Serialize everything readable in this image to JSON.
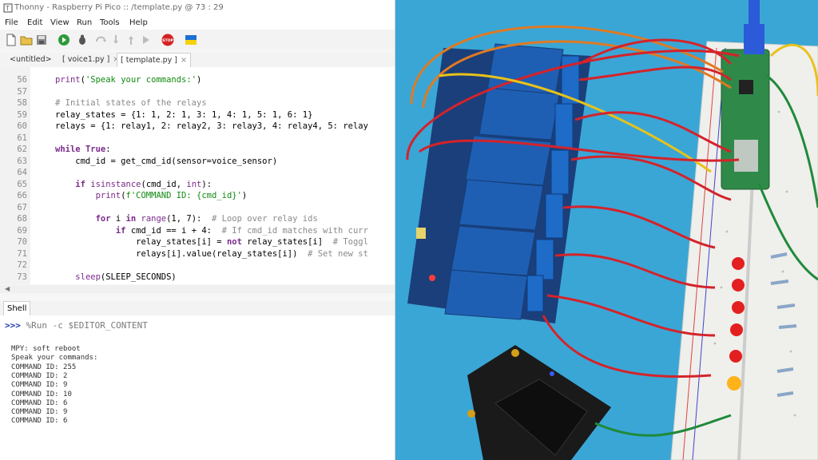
{
  "window": {
    "title": "Thonny  -  Raspberry Pi Pico :: /template.py  @  73 : 29"
  },
  "menu": [
    "File",
    "Edit",
    "View",
    "Run",
    "Tools",
    "Help"
  ],
  "toolbar": {
    "icons": [
      "new-file-icon",
      "open-file-icon",
      "save-icon",
      "run-icon",
      "debug-icon",
      "step-over-icon",
      "step-into-icon",
      "step-out-icon",
      "resume-icon",
      "stop-icon",
      "ukraine-flag-icon"
    ],
    "stop_label": "STOP"
  },
  "tabs": [
    {
      "label": "<untitled>",
      "close": ""
    },
    {
      "label": "[ voice1.py ]",
      "close": "×"
    },
    {
      "label": "[ template.py ]",
      "close": "×"
    }
  ],
  "editor": {
    "lines": [
      {
        "n": "56",
        "code": "print('Speak your commands:')"
      },
      {
        "n": "57",
        "code": ""
      },
      {
        "n": "58",
        "code": "# Initial states of the relays"
      },
      {
        "n": "59",
        "code": "relay_states = {1: 1, 2: 1, 3: 1, 4: 1, 5: 1, 6: 1}"
      },
      {
        "n": "60",
        "code": "relays = {1: relay1, 2: relay2, 3: relay3, 4: relay4, 5: relay"
      },
      {
        "n": "61",
        "code": ""
      },
      {
        "n": "62",
        "code": "while True:"
      },
      {
        "n": "63",
        "code": "    cmd_id = get_cmd_id(sensor=voice_sensor)"
      },
      {
        "n": "64",
        "code": ""
      },
      {
        "n": "65",
        "code": "    if isinstance(cmd_id, int):"
      },
      {
        "n": "66",
        "code": "        print(f'COMMAND ID: {cmd_id}')"
      },
      {
        "n": "67",
        "code": ""
      },
      {
        "n": "68",
        "code": "        for i in range(1, 7):  # Loop over relay ids"
      },
      {
        "n": "69",
        "code": "            if cmd_id == i + 4:  # If cmd_id matches with curr"
      },
      {
        "n": "70",
        "code": "                relay_states[i] = not relay_states[i]  # Toggl"
      },
      {
        "n": "71",
        "code": "                relays[i].value(relay_states[i])  # Set new st"
      },
      {
        "n": "72",
        "code": ""
      },
      {
        "n": "73",
        "code": "    sleep(SLEEP_SECONDS)"
      }
    ]
  },
  "shell": {
    "label": "Shell",
    "prompt": ">>>",
    "command": "%Run -c $EDITOR_CONTENT",
    "output": [
      "MPY: soft reboot",
      "Speak your commands:",
      "COMMAND ID: 255",
      "COMMAND ID: 2",
      "COMMAND ID: 9",
      "COMMAND ID: 10",
      "COMMAND ID: 6",
      "COMMAND ID: 9",
      "COMMAND ID: 6"
    ]
  },
  "photo": {
    "background_color": "#3aa6d6",
    "relay_color": "#1f5fb3",
    "terminal_color": "#1e6bc8",
    "wire_red": "#d4232a",
    "wire_orange": "#e07a22",
    "wire_yellow": "#e8c21a",
    "led_colors": [
      "red",
      "red",
      "red",
      "red",
      "red",
      "yellow"
    ]
  },
  "colors": {
    "keyword": "#7a2a8a",
    "string": "#128a12",
    "comment": "#8a8a8a",
    "prompt": "#1a3ab0"
  }
}
